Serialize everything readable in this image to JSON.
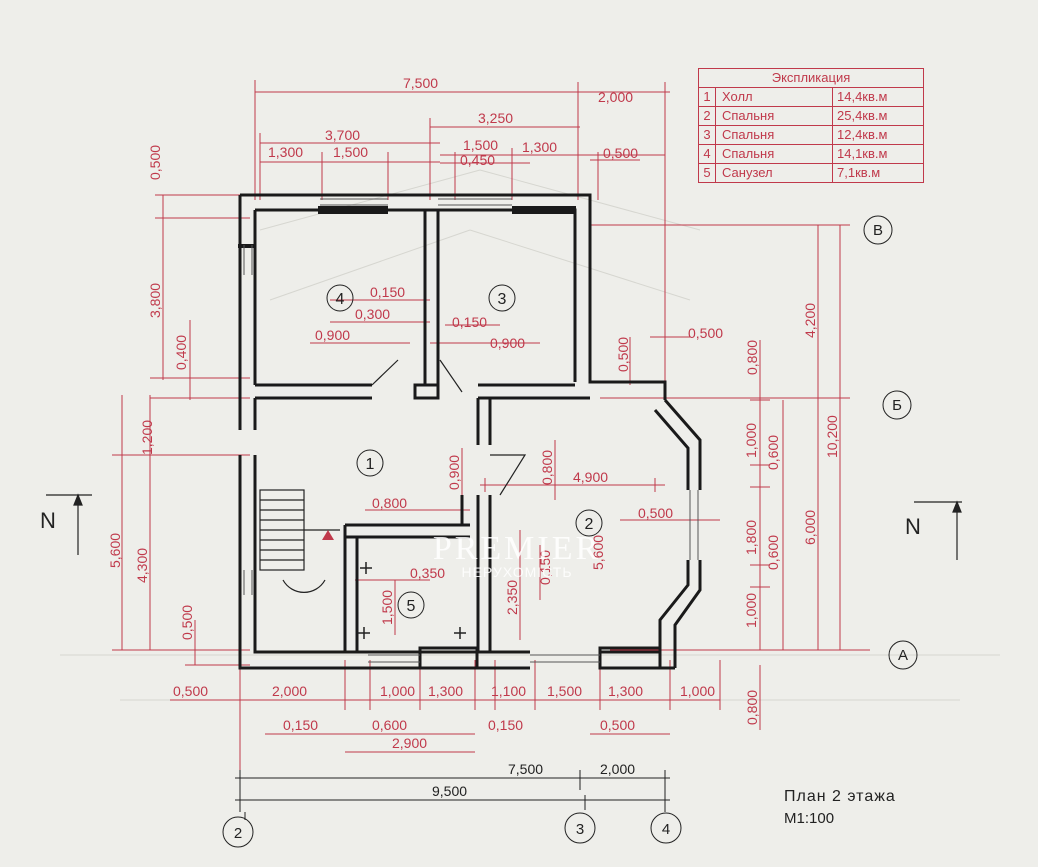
{
  "legend": {
    "title": "Экспликация",
    "rows": [
      {
        "no": "1",
        "name": "Холл",
        "area": "14,4кв.м"
      },
      {
        "no": "2",
        "name": "Спальня",
        "area": "25,4кв.м"
      },
      {
        "no": "3",
        "name": "Спальня",
        "area": "12,4кв.м"
      },
      {
        "no": "4",
        "name": "Спальня",
        "area": "14,1кв.м"
      },
      {
        "no": "5",
        "name": "Санузел",
        "area": "7,1кв.м"
      }
    ]
  },
  "title": "План 2 этажа",
  "scale": "М1:100",
  "north_label": "N",
  "watermark": {
    "brand": "PREMIER",
    "sub": "НЕРУХОМІСТЬ"
  },
  "rooms": {
    "r1": "1",
    "r2": "2",
    "r3": "3",
    "r4": "4",
    "r5": "5"
  },
  "axes": {
    "a": "А",
    "b": "Б",
    "v": "В",
    "n2": "2",
    "n3": "3",
    "n4": "4"
  },
  "dims": {
    "top_7500": "7,500",
    "top_2000": "2,000",
    "top_3250": "3,250",
    "top_3700": "3,700",
    "top_1300a": "1,300",
    "top_1500a": "1,500",
    "top_1500b": "1,500",
    "top_0450": "0,450",
    "top_1300b": "1,300",
    "top_0500": "0,500",
    "in_0150a": "0,150",
    "in_0300": "0,300",
    "in_0150b": "0,150",
    "in_0900a": "0,900",
    "in_0900b": "0,900",
    "in_0500r": "0,500",
    "in_0500v": "0,500",
    "in_0800v": "0,800",
    "in_4900": "4,900",
    "in_0900v": "0,900",
    "in_0800h": "0,800",
    "in_0800v2": "0,800",
    "in_0500m": "0,500",
    "in_0350": "0,350",
    "in_1500v": "1,500",
    "in_2350": "2,350",
    "in_0150v": "0,150",
    "in_5600": "5,600",
    "r_1000a": "1,000",
    "r_0600a": "0,600",
    "r_1800": "1,800",
    "r_0600b": "0,600",
    "r_1000b": "1,000",
    "r_4200": "4,200",
    "r_6000": "6,000",
    "r_10200": "10,200",
    "l_0500top": "0,500",
    "l_3800": "3,800",
    "l_0400": "0,400",
    "l_1200": "1,200",
    "l_5600": "5,600",
    "l_4300": "4,300",
    "l_0500bot": "0,500",
    "b_0500": "0,500",
    "b_2000": "2,000",
    "b_1000a": "1,000",
    "b_1300a": "1,300",
    "b_1100": "1,100",
    "b_1500": "1,500",
    "b_1300b": "1,300",
    "b_1000b": "1,000",
    "b_0800": "0,800",
    "b_0150a": "0,150",
    "b_0600": "0,600",
    "b_0150b": "0,150",
    "b_0500b": "0,500",
    "b_2900": "2,900",
    "b_7500": "7,500",
    "b_2000b": "2,000",
    "b_9500": "9,500"
  },
  "colors": {
    "dimension": "#c0394b",
    "wall": "#1a1a1a",
    "paper": "#eeeeea"
  }
}
